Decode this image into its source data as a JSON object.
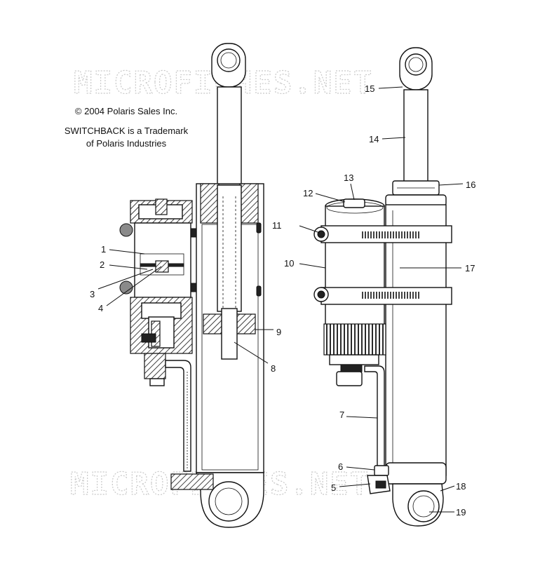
{
  "notice": {
    "copyright": "© 2004 Polaris Sales Inc.",
    "trademark_line1": "SWITCHBACK is a Trademark",
    "trademark_line2": "of Polaris Industries"
  },
  "watermark": "MICROFICHES.NET",
  "callouts": {
    "c1": "1",
    "c2": "2",
    "c3": "3",
    "c4": "4",
    "c5": "5",
    "c6": "6",
    "c7": "7",
    "c8": "8",
    "c9": "9",
    "c10": "10",
    "c11": "11",
    "c12": "12",
    "c13": "13",
    "c14": "14",
    "c15": "15",
    "c16": "16",
    "c17": "17",
    "c18": "18",
    "c19": "19"
  }
}
